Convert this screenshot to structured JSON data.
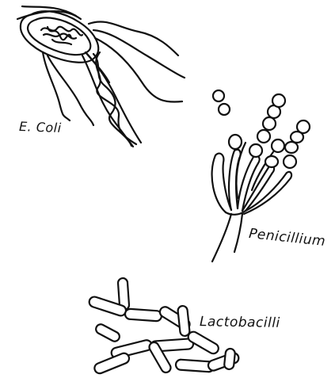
{
  "labels": {
    "ecoli": "E. Coli",
    "penicillium": "Penicillium",
    "lactobacilli": "Lactobacilli"
  },
  "drawing": {
    "ink_color": "#111111",
    "background": "#ffffff"
  }
}
